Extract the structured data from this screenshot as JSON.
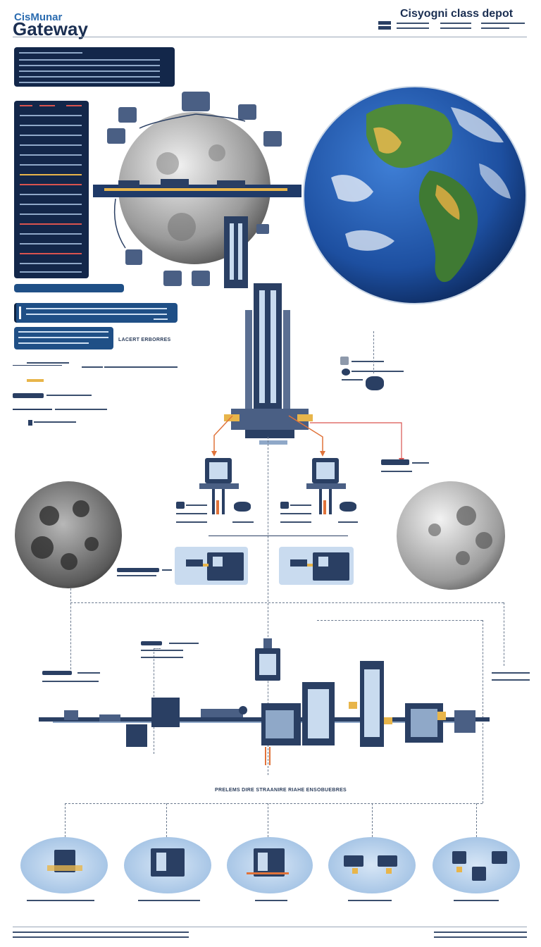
{
  "header": {
    "title_small": "CisMunar",
    "title_big": "Gateway",
    "title_right": "Cisyogni class  depot"
  },
  "center_label": "PRELEMS DIRE STRAANIRE RIAHE ENSOBUEBRES",
  "side_label": "LACERT ERBORRES",
  "colors": {
    "navy": "#13274a",
    "accent_blue": "#1f4f86",
    "earth_blue": "#1d4fa0",
    "node_fill": "#c9dbef",
    "orange": "#e0733a",
    "red": "#d9534f"
  },
  "icons": [
    "gateway-station-icon",
    "earth-icon",
    "moon-icon",
    "depot-module-icon",
    "spacecraft-icon"
  ]
}
